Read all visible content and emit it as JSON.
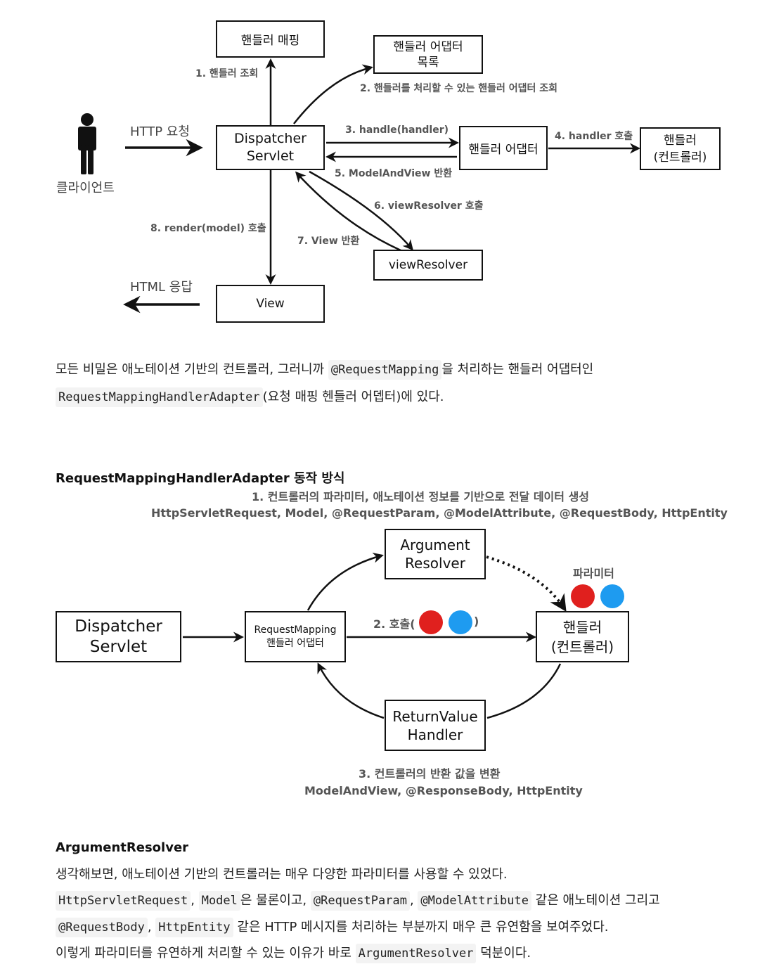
{
  "diagram1": {
    "boxes": {
      "handler_mapping": "핸들러 매핑",
      "handler_adapter_list_1": "핸들러 어댑터",
      "handler_adapter_list_2": "목록",
      "dispatcher_1": "Dispatcher",
      "dispatcher_2": "Servlet",
      "handler_adapter": "핸들러 어댑터",
      "handler_1": "핸들러",
      "handler_2": "(컨트롤러)",
      "view_resolver": "viewResolver",
      "view": "View"
    },
    "client_label": "클라이언트",
    "http_request": "HTTP 요청",
    "html_response": "HTML 응답",
    "steps": {
      "s1": "1. 핸들러 조회",
      "s2": "2. 핸들러를 처리할 수 있는 핸들러 어댑터 조회",
      "s3": "3. handle(handler)",
      "s4": "4. handler 호출",
      "s5": "5. ModelAndView 반환",
      "s6": "6. viewResolver 호출",
      "s7": "7. View 반환",
      "s8": "8. render(model) 호출"
    }
  },
  "para1": {
    "line1_a": "모든 비밀은 애노테이션 기반의 컨트롤러, 그러니까",
    "line1_code": "@RequestMapping",
    "line1_b": "을 처리하는 핸들러 어댑터인",
    "line2_code": "RequestMappingHandlerAdapter",
    "line2_b": "(요청 매핑 헨들러 어뎁터)에 있다."
  },
  "section1_title": "RequestMappingHandlerAdapter 동작 방식",
  "diagram2": {
    "caption1": "1. 컨트롤러의 파라미터, 애노테이션 정보를 기반으로 전달 데이터 생성",
    "caption2": "HttpServletRequest, Model, @RequestParam, @ModelAttribute, @RequestBody, HttpEntity",
    "argument_resolver_1": "Argument",
    "argument_resolver_2": "Resolver",
    "params_label": "파라미터",
    "dispatcher_1": "Dispatcher",
    "dispatcher_2": "Servlet",
    "rm_adapter_1": "RequestMapping",
    "rm_adapter_2": "핸들러 어댑터",
    "call_label_a": "2. 호출(",
    "call_label_b": ")",
    "handler_1": "핸들러",
    "handler_2": "(컨트롤러)",
    "return_handler_1": "ReturnValue",
    "return_handler_2": "Handler",
    "caption3": "3. 컨트롤러의 반환 값을 변환",
    "caption4": "ModelAndView, @ResponseBody, HttpEntity",
    "dot_colors": [
      "#e0201e",
      "#1e9bf0"
    ]
  },
  "section2_title": "ArgumentResolver",
  "para2": {
    "line1": "생각해보면, 애노테이션 기반의 컨트롤러는 매우 다양한 파라미터를 사용할 수 있었다.",
    "line2_code1": "HttpServletRequest",
    "line2_sep1": ",",
    "line2_code2": "Model",
    "line2_a": "은 물론이고,",
    "line2_code3": "@RequestParam",
    "line2_sep2": ",",
    "line2_code4": "@ModelAttribute",
    "line2_b": "같은 애노테이션 그리고",
    "line3_code1": "@RequestBody",
    "line3_sep": ",",
    "line3_code2": "HttpEntity",
    "line3_a": "같은 HTTP 메시지를 처리하는 부분까지 매우 큰 유연함을 보여주었다.",
    "line4_a": "이렇게 파라미터를 유연하게 처리할 수 있는 이유가 바로",
    "line4_code": "ArgumentResolver",
    "line4_b": "덕분이다."
  }
}
